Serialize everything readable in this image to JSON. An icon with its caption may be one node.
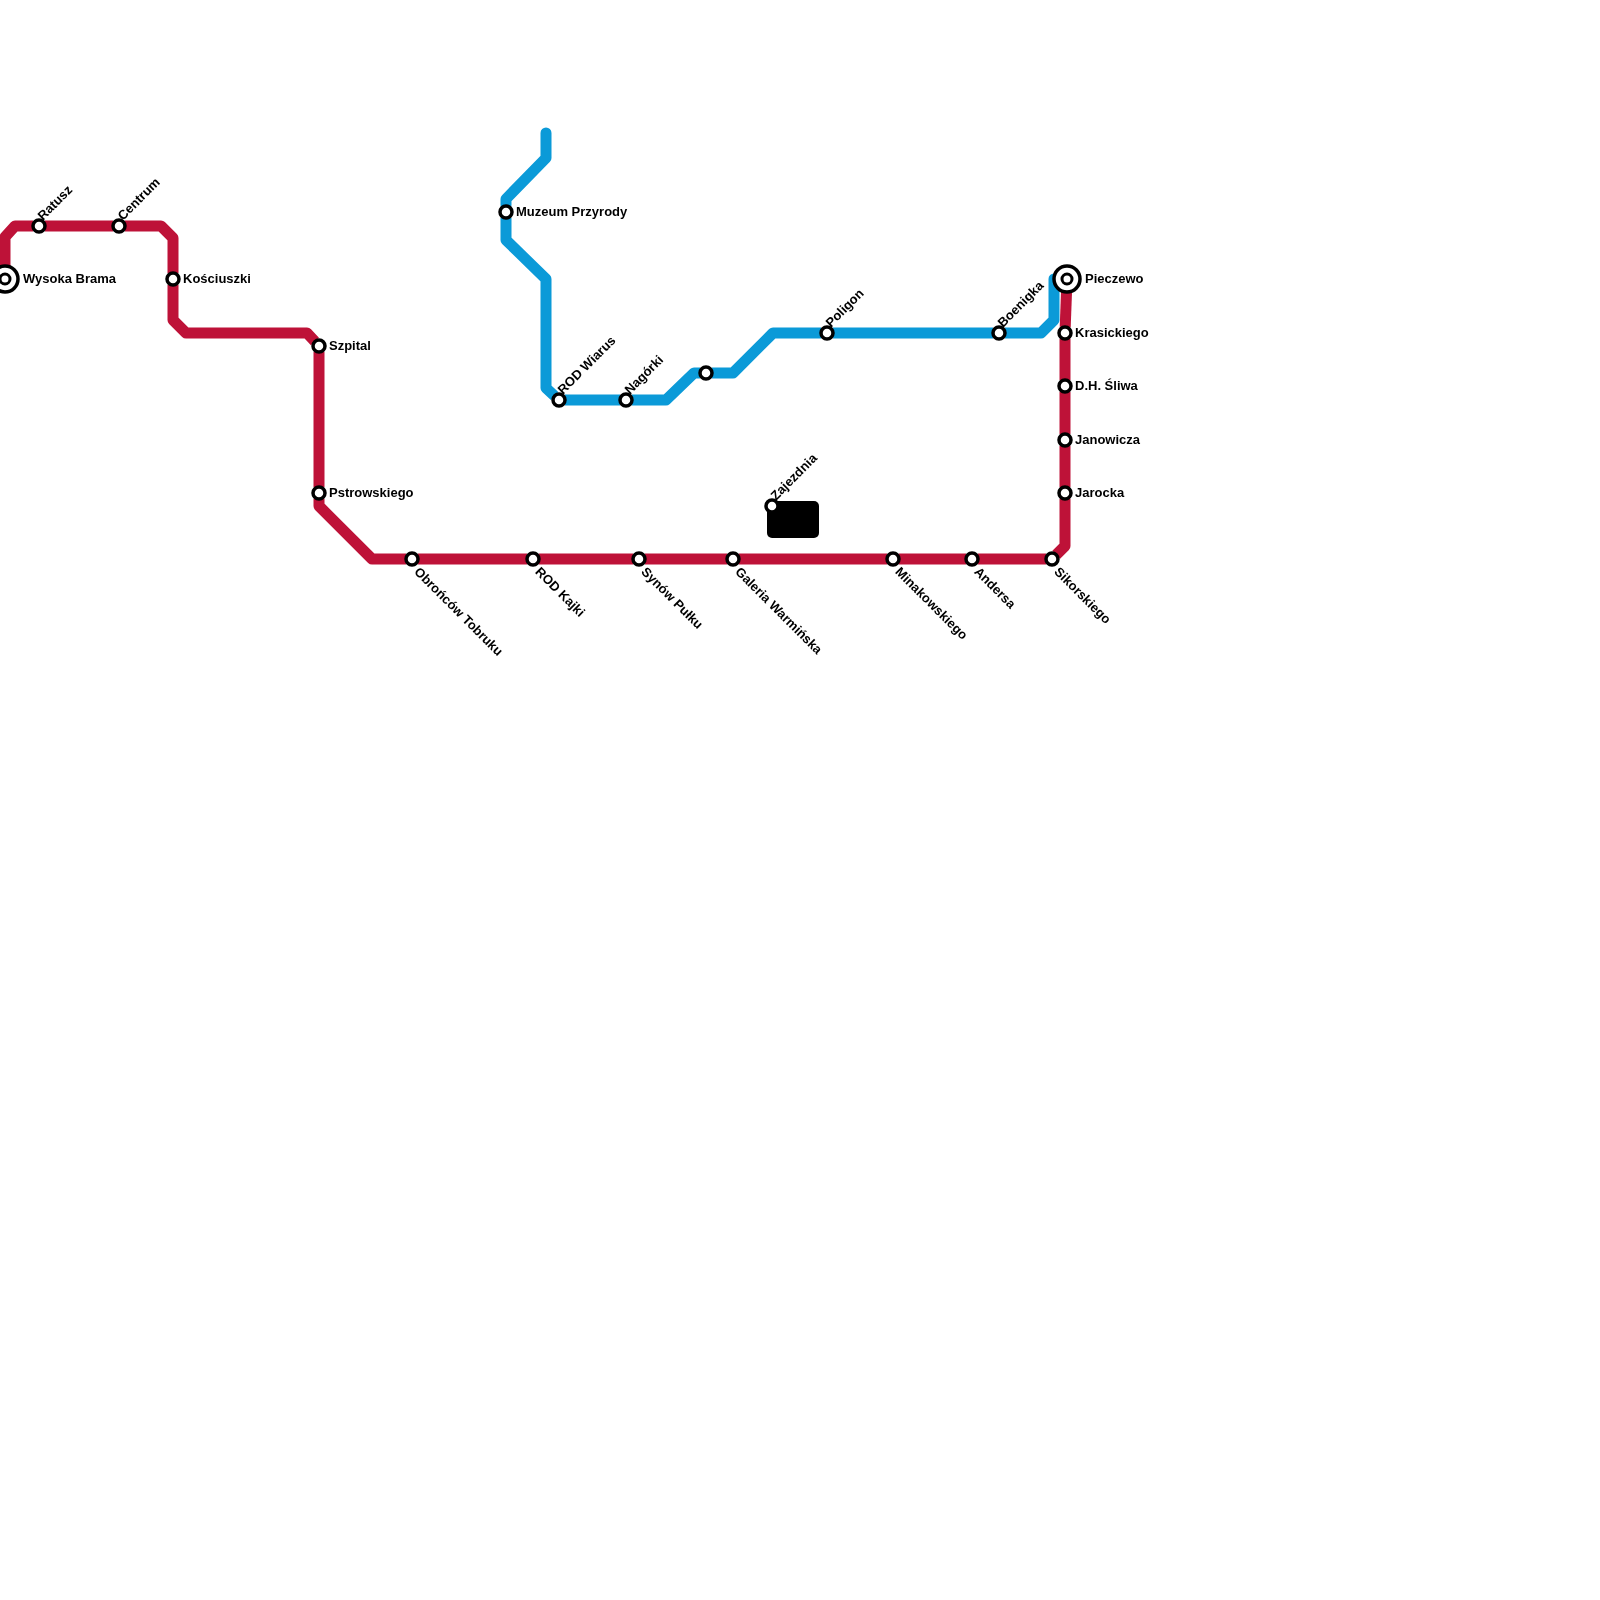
{
  "diagram": {
    "nodes": [
      {
        "text": [
          "Wysoka Brama"
        ]
      },
      {
        "text": [
          "Ratusz"
        ]
      },
      {
        "text": [
          "Centrum"
        ]
      },
      {
        "text": [
          "Kościuszki"
        ]
      },
      {
        "text": [
          "Szpital"
        ]
      },
      {
        "text": [
          "Pstrowskiego"
        ]
      },
      {
        "text": [
          "Obrońców Tobruku"
        ]
      },
      {
        "text": [
          "ROD Kajki"
        ]
      },
      {
        "text": [
          "Synów Pułku"
        ]
      },
      {
        "text": [
          "Galeria Warmińska"
        ]
      },
      {
        "text": [
          "Minakowskiego"
        ]
      },
      {
        "text": [
          "Andersa"
        ]
      },
      {
        "text": [
          "Sikorskiego"
        ]
      },
      {
        "text": [
          "Jarocka"
        ]
      },
      {
        "text": [
          "Janowicza"
        ]
      },
      {
        "text": [
          "D.H. Śliwa"
        ]
      },
      {
        "text": [
          "Krasickiego"
        ]
      },
      {
        "text": [
          "Pieczewo"
        ]
      },
      {
        "text": [
          "Muzeum Przyrody"
        ]
      },
      {
        "text": [
          "ROD Wiarus"
        ]
      },
      {
        "text": [
          "Nagórki"
        ]
      },
      {
        "text": [],
        "shape": "circle"
      },
      {
        "text": [
          "Poligon"
        ]
      },
      {
        "text": [
          "Boenigka"
        ]
      },
      {
        "text": [
          "Zajezdnia"
        ]
      }
    ],
    "edges": [
      {
        "from": 0,
        "to": 1,
        "arrow": "none"
      },
      {
        "from": 1,
        "to": 2,
        "arrow": "none"
      },
      {
        "from": 2,
        "to": 3,
        "arrow": "none"
      },
      {
        "from": 3,
        "to": 4,
        "arrow": "none"
      },
      {
        "from": 4,
        "to": 5,
        "arrow": "none"
      },
      {
        "from": 5,
        "to": 6,
        "arrow": "none"
      },
      {
        "from": 6,
        "to": 7,
        "arrow": "none"
      },
      {
        "from": 7,
        "to": 8,
        "arrow": "none"
      },
      {
        "from": 8,
        "to": 9,
        "arrow": "none"
      },
      {
        "from": 9,
        "to": 10,
        "arrow": "none"
      },
      {
        "from": 10,
        "to": 11,
        "arrow": "none"
      },
      {
        "from": 11,
        "to": 12,
        "arrow": "none"
      },
      {
        "from": 12,
        "to": 13,
        "arrow": "none"
      },
      {
        "from": 13,
        "to": 14,
        "arrow": "none"
      },
      {
        "from": 14,
        "to": 15,
        "arrow": "none"
      },
      {
        "from": 15,
        "to": 16,
        "arrow": "none"
      },
      {
        "from": 16,
        "to": 17,
        "arrow": "none"
      },
      {
        "from": 18,
        "to": 19,
        "arrow": "none",
        "color": "#0b9ad8"
      },
      {
        "from": 19,
        "to": 20,
        "arrow": "none",
        "color": "#0b9ad8"
      },
      {
        "from": 20,
        "to": 21,
        "arrow": "none",
        "color": "#0b9ad8"
      },
      {
        "from": 21,
        "to": 22,
        "arrow": "none",
        "color": "#0b9ad8"
      },
      {
        "from": 22,
        "to": 23,
        "arrow": "none",
        "color": "#0b9ad8"
      },
      {
        "from": 23,
        "to": 17,
        "arrow": "none",
        "color": "#0b9ad8"
      }
    ]
  }
}
